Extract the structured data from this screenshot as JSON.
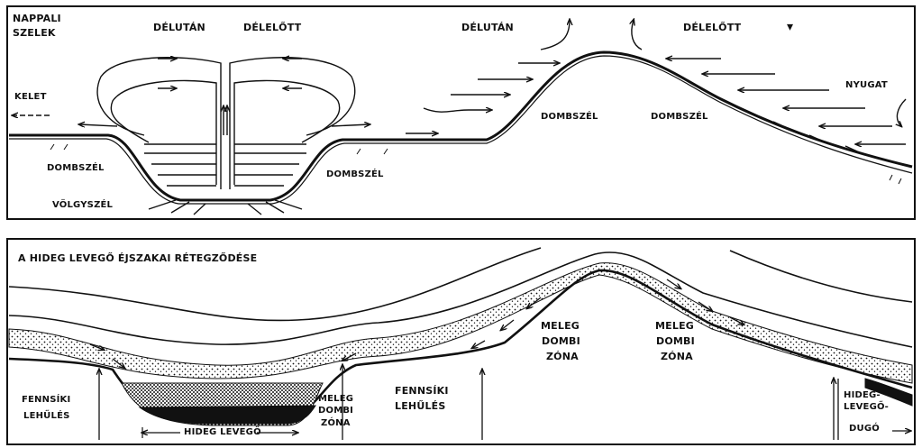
{
  "top_panel": {
    "title_line1": "NAPPALI",
    "title_line2": "SZELEK",
    "left_afternoon": "DÉLUTÁN",
    "left_morning": "DÉLELŐTT",
    "kelet": "KELET",
    "dombszel_left": "DOMBSZÉL",
    "volgyszel": "VÖLGYSZÉL",
    "dombszel_valley_right": "DOMBSZÉL",
    "right_afternoon": "DÉLUTÁN",
    "right_morning": "DÉLELŐTT",
    "dombszel_hill_left": "DOMBSZÉL",
    "dombszel_hill_right": "DOMBSZÉL",
    "nyugat": "NYUGAT"
  },
  "bottom_panel": {
    "title": "A HIDEG LEVEGŐ ÉJSZAKAI RÉTEGZŐDÉSE",
    "fennsiki_left_1": "FENNSÍKI",
    "fennsiki_left_2": "LEHŰLÉS",
    "hideg_levego": "HIDEG LEVEGŐ",
    "meleg_small_1": "MELEG",
    "meleg_small_2": "DOMBI",
    "meleg_small_3": "ZÓNA",
    "fennsiki_mid_1": "FENNSÍKI",
    "fennsiki_mid_2": "LEHŰLÉS",
    "meleg_left_1": "MELEG",
    "meleg_left_2": "DOMBI",
    "meleg_left_3": "ZÓNA",
    "meleg_right_1": "MELEG",
    "meleg_right_2": "DOMBI",
    "meleg_right_3": "ZÓNA",
    "dugo_1": "HIDEG-",
    "dugo_2": "LEVEGŐ-",
    "dugo_3": "DUGÓ"
  }
}
